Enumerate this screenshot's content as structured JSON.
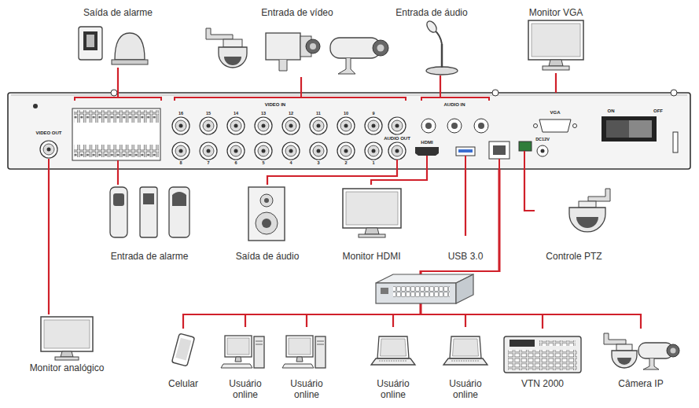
{
  "diagram": {
    "nodes": [
      {
        "text": [
          "Saída de alarme"
        ]
      },
      {
        "text": [
          "Entrada de vídeo"
        ]
      },
      {
        "text": [
          "Entrada de áudio"
        ]
      },
      {
        "text": [
          "Monitor VGA"
        ]
      },
      {
        "text": [
          "VIDEO OUT",
          "VIDEO IN",
          "AUDIO IN",
          "AUDIO OUT",
          "HDMI",
          "VGA",
          "ON",
          "OFF"
        ]
      },
      {
        "text": [
          "Entrada de alarme"
        ]
      },
      {
        "text": [
          "Saída de áudio"
        ]
      },
      {
        "text": [
          "Monitor HDMI"
        ]
      },
      {
        "text": [
          "USB 3.0"
        ]
      },
      {
        "text": [
          "Controle PTZ"
        ]
      },
      {
        "text": [
          "Monitor analógico"
        ]
      },
      {
        "text": [
          "Celular"
        ]
      },
      {
        "text": [
          "Usuário online"
        ]
      },
      {
        "text": [
          "Usuário online"
        ]
      },
      {
        "text": [
          "Usuário online"
        ]
      },
      {
        "text": [
          "Usuário online"
        ]
      },
      {
        "text": [
          "VTN 2000"
        ]
      },
      {
        "text": [
          "Câmera IP"
        ]
      }
    ],
    "edges": [
      {
        "from": 4,
        "to": 0,
        "arrow": "none"
      },
      {
        "from": 4,
        "to": 1,
        "arrow": "none"
      },
      {
        "from": 4,
        "to": 2,
        "arrow": "none"
      },
      {
        "from": 4,
        "to": 3,
        "arrow": "none"
      },
      {
        "from": 4,
        "to": 5,
        "arrow": "none"
      },
      {
        "from": 4,
        "to": 6,
        "arrow": "none"
      },
      {
        "from": 4,
        "to": 7,
        "arrow": "none"
      },
      {
        "from": 4,
        "to": 8,
        "arrow": "none"
      },
      {
        "from": 4,
        "to": 9,
        "arrow": "none"
      },
      {
        "from": 4,
        "to": 10,
        "arrow": "none"
      },
      {
        "from": 4,
        "to": 11,
        "arrow": "none"
      },
      {
        "from": 4,
        "to": 12,
        "arrow": "none"
      },
      {
        "from": 4,
        "to": 13,
        "arrow": "none"
      },
      {
        "from": 4,
        "to": 14,
        "arrow": "none"
      },
      {
        "from": 4,
        "to": 15,
        "arrow": "none"
      },
      {
        "from": 4,
        "to": 16,
        "arrow": "none"
      },
      {
        "from": 4,
        "to": 17,
        "arrow": "none"
      }
    ],
    "labels": [
      "1",
      "2",
      "3",
      "4",
      "5",
      "6",
      "7",
      "8",
      "9",
      "10",
      "11",
      "12",
      "13",
      "14",
      "15",
      "16",
      "DC12V"
    ]
  }
}
